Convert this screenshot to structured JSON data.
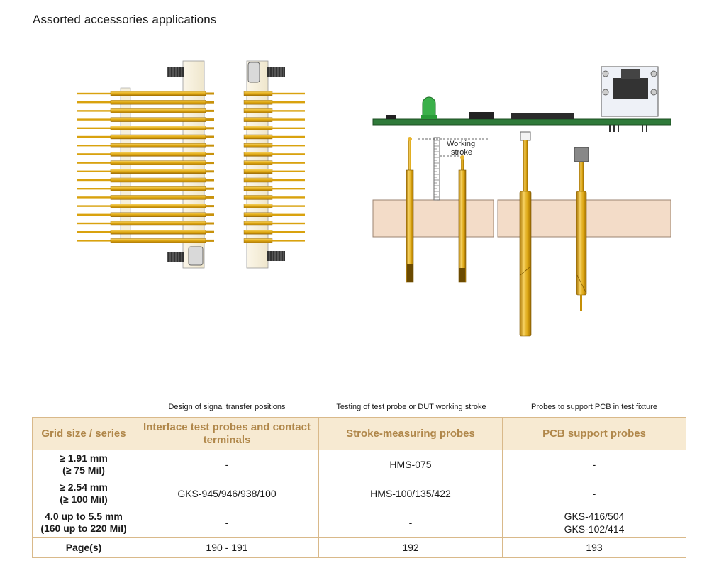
{
  "page": {
    "title": "Assorted accessories applications"
  },
  "figure": {
    "working_stroke_label": [
      "Working",
      "stroke"
    ]
  },
  "table": {
    "captions": [
      "Design of signal transfer positions",
      "Testing of test probe or DUT working stroke",
      "Probes to support PCB in test fixture"
    ],
    "headers": [
      "Grid size / series",
      "Interface test probes and contact terminals",
      "Stroke-measuring probes",
      "PCB support probes"
    ],
    "rows": [
      {
        "grid": [
          "≥ 1.91 mm",
          "(≥ 75 Mil)"
        ],
        "interface": [
          "-"
        ],
        "stroke": [
          "HMS-075"
        ],
        "pcb": [
          "-"
        ]
      },
      {
        "grid": [
          "≥ 2.54 mm",
          "(≥ 100 Mil)"
        ],
        "interface": [
          "GKS-945/946/938/100"
        ],
        "stroke": [
          "HMS-100/135/422"
        ],
        "pcb": [
          "-"
        ]
      },
      {
        "grid": [
          "4.0 up to 5.5 mm",
          "(160 up to 220 Mil)"
        ],
        "interface": [
          "-"
        ],
        "stroke": [
          "-"
        ],
        "pcb": [
          "GKS-416/504",
          "GKS-102/414"
        ]
      },
      {
        "grid": [
          "Page(s)"
        ],
        "interface": [
          "190 - 191"
        ],
        "stroke": [
          "192"
        ],
        "pcb": [
          "193"
        ]
      }
    ]
  }
}
